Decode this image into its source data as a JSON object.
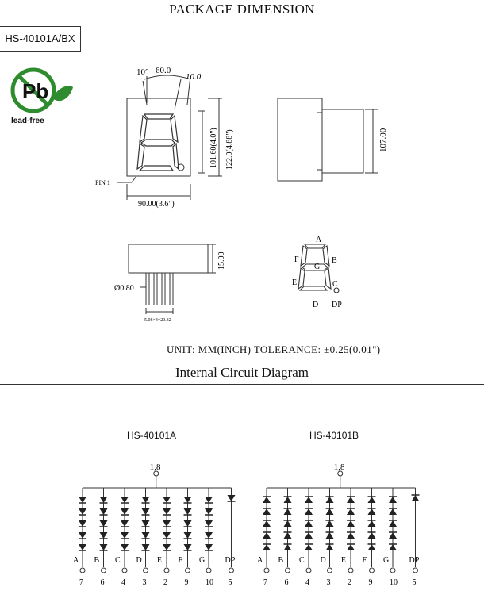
{
  "header": {
    "title": "PACKAGE DIMENSION"
  },
  "model_label": "HS-40101A/BX",
  "lead_free": {
    "logo_text": "Pb",
    "caption": "lead-free"
  },
  "front_view": {
    "angle_left": "10°",
    "top_width": "60.0",
    "angle_right": "10.0",
    "height_digit": "101.60(4.0\")",
    "height_total": "122.0(4.88\")",
    "width_bottom": "90.00(3.6\")",
    "pin1_label": "PIN 1"
  },
  "side_view": {
    "height": "107.00"
  },
  "bottom_view": {
    "height": "15.00",
    "pin_dia": "Ø0.80",
    "pitch": "5.08×4=20.32"
  },
  "segment_labels": {
    "a": "A",
    "b": "B",
    "c": "C",
    "d": "D",
    "e": "E",
    "f": "F",
    "g": "G",
    "dp": "DP"
  },
  "tolerance_line": "UNIT: MM(INCH)  TOLERANCE: ±0.25(0.01\")",
  "circuit": {
    "title": "Internal Circuit Diagram",
    "left_name": "HS-40101A",
    "right_name": "HS-40101B",
    "common_pins": "1,8",
    "segments": [
      "A",
      "B",
      "C",
      "D",
      "E",
      "F",
      "G",
      "DP"
    ],
    "pins": [
      "7",
      "6",
      "4",
      "3",
      "2",
      "9",
      "10",
      "5"
    ]
  },
  "colors": {
    "line": "#333333",
    "logo_green": "#2e8b2e"
  }
}
